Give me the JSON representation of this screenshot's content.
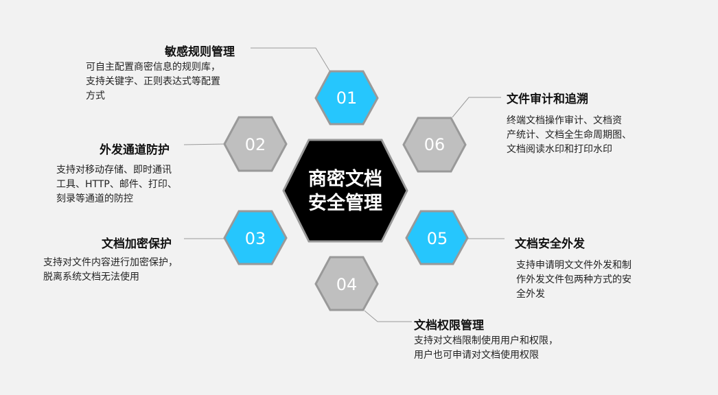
{
  "center_title": [
    "商密文档",
    "安全管理"
  ],
  "colors": {
    "blue": "#26c6fd",
    "gray": "#bfbfbf",
    "border": "#999999",
    "center": "#000000",
    "background": "#f2f2f2"
  },
  "items": [
    {
      "num": "01",
      "title": "敏感规则管理",
      "desc": [
        "可自主配置商密信息的规则库，",
        "支持关键字、正则表达式等配置",
        "方式"
      ],
      "color": "blue"
    },
    {
      "num": "02",
      "title": "外发通道防护",
      "desc": [
        "支持对移动存储、即时通讯",
        "工具、HTTP、邮件、打印、",
        "刻录等通道的防控"
      ],
      "color": "gray"
    },
    {
      "num": "03",
      "title": "文档加密保护",
      "desc": [
        "支持对文件内容进行加密保护，",
        "脱离系统文档无法使用"
      ],
      "color": "blue"
    },
    {
      "num": "04",
      "title": "文档权限管理",
      "desc": [
        "支持对文档限制使用用户和权限，",
        "用户也可申请对文档使用权限"
      ],
      "color": "gray"
    },
    {
      "num": "05",
      "title": "文档安全外发",
      "desc": [
        "支持申请明文文件外发和制",
        "作外发文件包两种方式的安",
        "全外发"
      ],
      "color": "blue"
    },
    {
      "num": "06",
      "title": "文件审计和追溯",
      "desc": [
        "终端文档操作审计、文档资",
        "产统计、文档全生命周期图、",
        "文档阅读水印和打印水印"
      ],
      "color": "gray"
    }
  ]
}
